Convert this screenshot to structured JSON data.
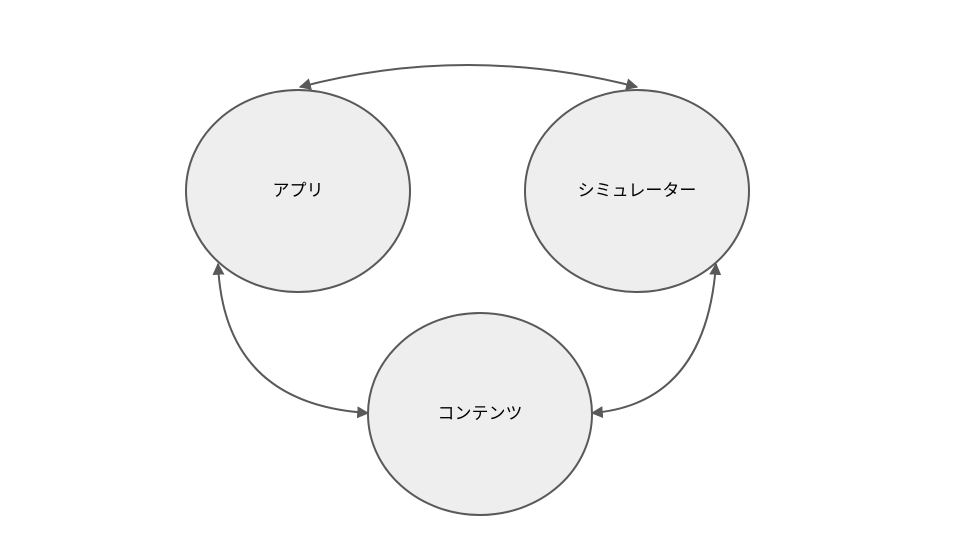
{
  "nodes": {
    "app": {
      "label": "アプリ"
    },
    "simulator": {
      "label": "シミュレーター"
    },
    "content": {
      "label": "コンテンツ"
    }
  },
  "edges": [
    {
      "from": "app",
      "to": "simulator",
      "bidirectional": true
    },
    {
      "from": "app",
      "to": "content",
      "bidirectional": true
    },
    {
      "from": "simulator",
      "to": "content",
      "bidirectional": true
    }
  ],
  "colors": {
    "node_fill": "#eeeeee",
    "stroke": "#595959",
    "text": "#000000",
    "background": "#ffffff"
  }
}
